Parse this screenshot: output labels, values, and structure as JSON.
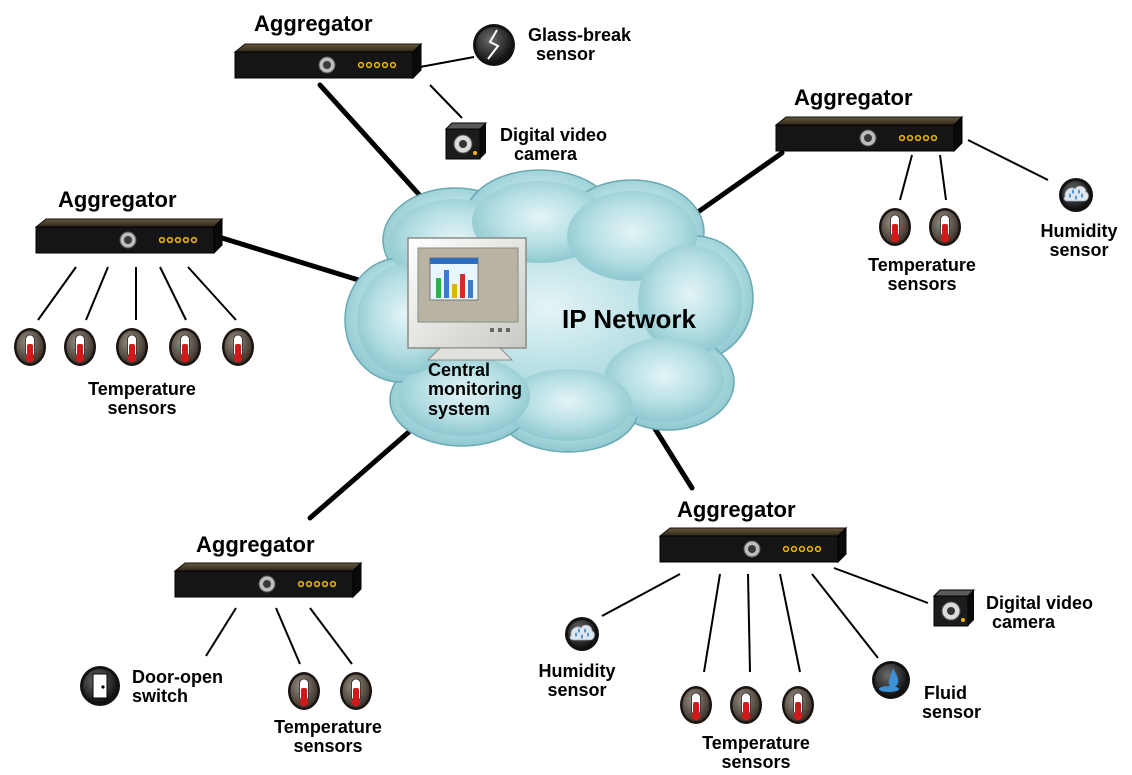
{
  "network": {
    "label": "IP Network"
  },
  "central": {
    "label_line1": "Central",
    "label_line2": "monitoring",
    "label_line3": "system"
  },
  "top": {
    "aggregator": "Aggregator",
    "glass_line1": "Glass-break",
    "glass_line2": "sensor",
    "camera_line1": "Digital video",
    "camera_line2": "camera"
  },
  "left": {
    "aggregator": "Aggregator",
    "temp_line1": "Temperature",
    "temp_line2": "sensors"
  },
  "right": {
    "aggregator": "Aggregator",
    "temp_line1": "Temperature",
    "temp_line2": "sensors",
    "humidity_line1": "Humidity",
    "humidity_line2": "sensor"
  },
  "bottom_left": {
    "aggregator": "Aggregator",
    "door_line1": "Door-open",
    "door_line2": "switch",
    "temp_line1": "Temperature",
    "temp_line2": "sensors"
  },
  "bottom_right": {
    "aggregator": "Aggregator",
    "humidity_line1": "Humidity",
    "humidity_line2": "sensor",
    "temp_line1": "Temperature",
    "temp_line2": "sensors",
    "fluid_line1": "Fluid",
    "fluid_line2": "sensor",
    "camera_line1": "Digital video",
    "camera_line2": "camera"
  },
  "colors": {
    "cloud": "#a6d5db",
    "aggregator_body": "#1a1a1a",
    "led": "#f2b600",
    "thermo": "#d11919",
    "water": "#3d8fd6"
  }
}
